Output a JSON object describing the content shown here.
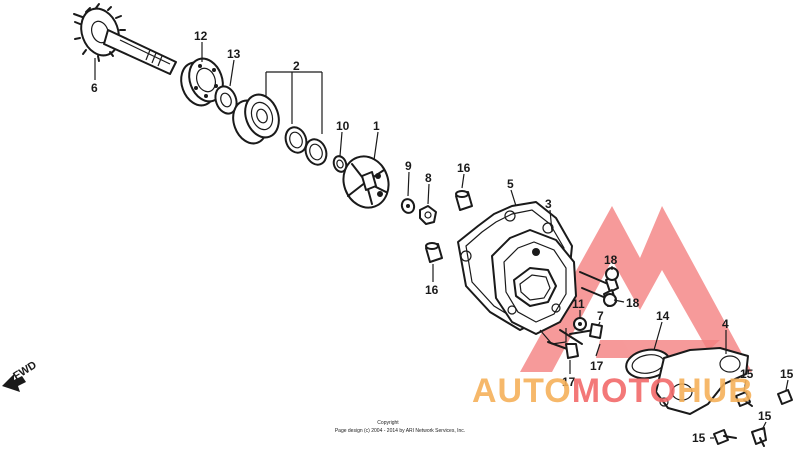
{
  "callouts": [
    {
      "id": "c6",
      "label": "6"
    },
    {
      "id": "c12",
      "label": "12"
    },
    {
      "id": "c13",
      "label": "13"
    },
    {
      "id": "c2",
      "label": "2"
    },
    {
      "id": "c10",
      "label": "10"
    },
    {
      "id": "c1",
      "label": "1"
    },
    {
      "id": "c9",
      "label": "9"
    },
    {
      "id": "c8",
      "label": "8"
    },
    {
      "id": "c16a",
      "label": "16"
    },
    {
      "id": "c16b",
      "label": "16"
    },
    {
      "id": "c5",
      "label": "5"
    },
    {
      "id": "c3",
      "label": "3"
    },
    {
      "id": "c18a",
      "label": "18"
    },
    {
      "id": "c18b",
      "label": "18"
    },
    {
      "id": "c11",
      "label": "11"
    },
    {
      "id": "c7",
      "label": "7"
    },
    {
      "id": "c14",
      "label": "14"
    },
    {
      "id": "c4",
      "label": "4"
    },
    {
      "id": "c17a",
      "label": "17"
    },
    {
      "id": "c17b",
      "label": "17"
    },
    {
      "id": "c15a",
      "label": "15"
    },
    {
      "id": "c15b",
      "label": "15"
    },
    {
      "id": "c15c",
      "label": "15"
    },
    {
      "id": "c15d",
      "label": "15"
    }
  ],
  "direction_label": "FWD",
  "copyright": {
    "line1": "Copyright",
    "line2": "Page design (c) 2004 - 2014 by ARI Network Services, Inc."
  },
  "watermark": {
    "part1": "AUTO",
    "part2": "MOTO",
    "part3": "HUB",
    "color_orange": "#f6b15a",
    "color_red": "#f26a6a"
  }
}
